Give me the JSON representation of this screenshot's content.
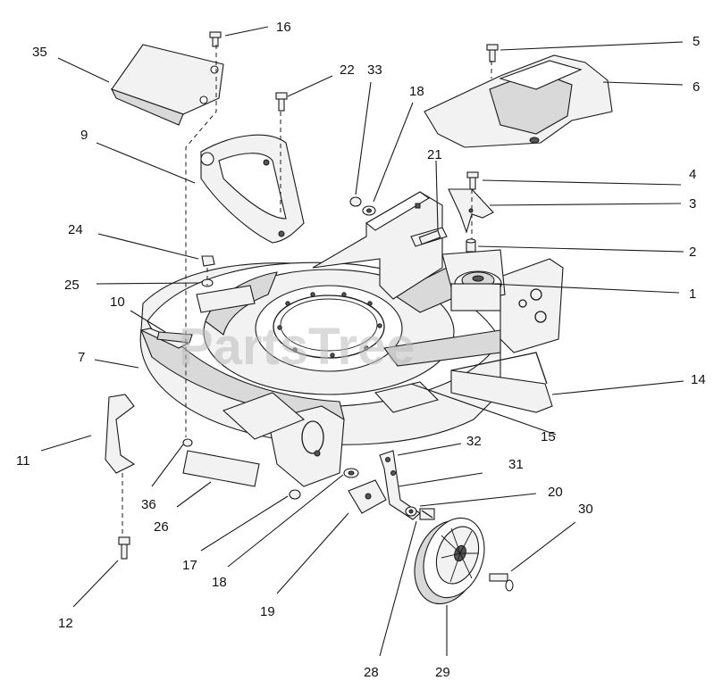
{
  "watermark": "PartsTree",
  "callouts": [
    {
      "id": "c1",
      "text": "1"
    },
    {
      "id": "c2",
      "text": "2"
    },
    {
      "id": "c3",
      "text": "3"
    },
    {
      "id": "c4",
      "text": "4"
    },
    {
      "id": "c5",
      "text": "5"
    },
    {
      "id": "c6",
      "text": "6"
    },
    {
      "id": "c7",
      "text": "7"
    },
    {
      "id": "c9",
      "text": "9"
    },
    {
      "id": "c10",
      "text": "10"
    },
    {
      "id": "c11",
      "text": "11"
    },
    {
      "id": "c12",
      "text": "12"
    },
    {
      "id": "c14",
      "text": "14"
    },
    {
      "id": "c15",
      "text": "15"
    },
    {
      "id": "c16",
      "text": "16"
    },
    {
      "id": "c17",
      "text": "17"
    },
    {
      "id": "c18a",
      "text": "18"
    },
    {
      "id": "c18b",
      "text": "18"
    },
    {
      "id": "c19",
      "text": "19"
    },
    {
      "id": "c20",
      "text": "20"
    },
    {
      "id": "c21",
      "text": "21"
    },
    {
      "id": "c22",
      "text": "22"
    },
    {
      "id": "c24",
      "text": "24"
    },
    {
      "id": "c25",
      "text": "25"
    },
    {
      "id": "c26",
      "text": "26"
    },
    {
      "id": "c28",
      "text": "28"
    },
    {
      "id": "c29",
      "text": "29"
    },
    {
      "id": "c30",
      "text": "30"
    },
    {
      "id": "c31",
      "text": "31"
    },
    {
      "id": "c32",
      "text": "32"
    },
    {
      "id": "c33",
      "text": "33"
    },
    {
      "id": "c35",
      "text": "35"
    },
    {
      "id": "c36",
      "text": "36"
    }
  ]
}
